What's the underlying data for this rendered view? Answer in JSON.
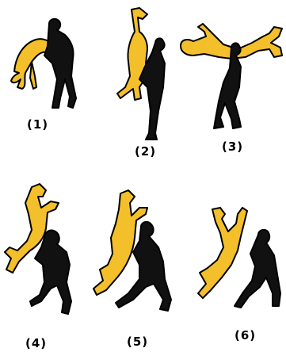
{
  "colors": {
    "dark": "#111111",
    "yellow": "#f3bf2b",
    "background": "#ffffff"
  },
  "panels": [
    {
      "label": "(1)"
    },
    {
      "label": "(2)"
    },
    {
      "label": "(3)"
    },
    {
      "label": "(4)"
    },
    {
      "label": "(5)"
    },
    {
      "label": "(6)"
    }
  ]
}
